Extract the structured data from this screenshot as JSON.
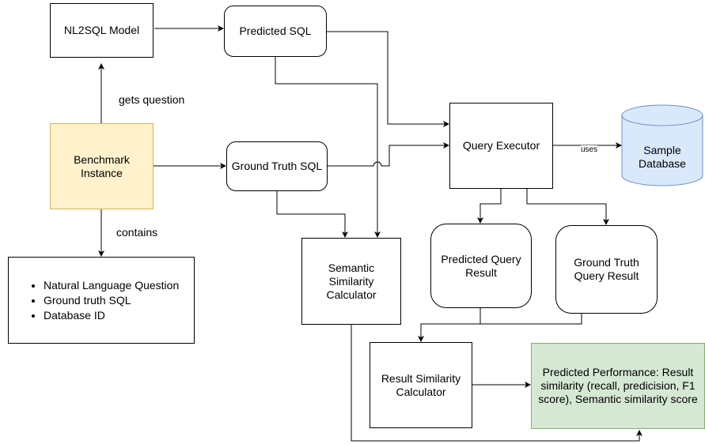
{
  "nodes": {
    "nl2sql_model": "NL2SQL Model",
    "predicted_sql": "Predicted SQL",
    "benchmark_instance": "Benchmark Instance",
    "ground_truth_sql": "Ground Truth SQL",
    "query_executor": "Query Executor",
    "sample_database": "Sample Database",
    "semantic_calculator": "Semantic Similarity Calculator",
    "predicted_query_result": "Predicted Query Result",
    "ground_truth_query_result": "Ground Truth Query Result",
    "result_similarity_calculator": "Result Similarity Calculator",
    "predicted_performance": "Predicted Performance: Result similarity  (recall, predicision, F1 score), Semantic similarity score"
  },
  "edge_labels": {
    "gets_question": "gets question",
    "contains": "contains",
    "uses": "uses"
  },
  "instance_contents": [
    "Natural Language Question",
    "Ground truth SQL",
    "Database ID"
  ],
  "colors": {
    "benchmark_fill": "#fff2cc",
    "benchmark_border": "#d6b656",
    "performance_fill": "#d5e8d4",
    "performance_border": "#82b366",
    "database_fill": "#dae8fc",
    "database_border": "#6c8ebf"
  }
}
